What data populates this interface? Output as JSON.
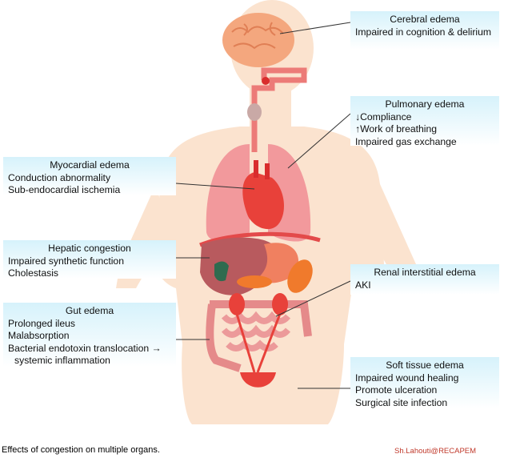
{
  "callouts": {
    "cerebral": {
      "title": "Cerebral edema",
      "lines": [
        "Impaired in cognition & delirium"
      ]
    },
    "pulmonary": {
      "title": "Pulmonary edema",
      "lines": [
        "↓Compliance",
        "↑Work of breathing",
        "Impaired gas exchange"
      ]
    },
    "myocardial": {
      "title": "Myocardial edema",
      "lines": [
        "Conduction abnormality",
        "Sub-endocardial ischemia"
      ]
    },
    "hepatic": {
      "title": "Hepatic congestion",
      "lines": [
        "Impaired synthetic function",
        "Cholestasis"
      ]
    },
    "renal": {
      "title": "Renal interstitial edema",
      "lines": [
        "AKI"
      ]
    },
    "gut": {
      "title": "Gut edema",
      "lines": [
        "Prolonged ileus",
        "Malabsorption",
        "Bacterial endotoxin translocation →",
        "systemic inflammation"
      ]
    },
    "soft_tissue": {
      "title": "Soft tissue edema",
      "lines": [
        "Impaired wound healing",
        "Promote ulceration",
        "Surgical site infection"
      ]
    }
  },
  "caption": "Effects of congestion on multiple organs.",
  "credit": "Sh.Lahouti@RECAPEM",
  "colors": {
    "skin": "#fbe3cf",
    "organ_red": "#e8413a",
    "lung_pink": "#f2999c",
    "brain": "#f4a77e",
    "liver": "#b85a5e",
    "gallbladder": "#2f6b4f",
    "kidney": "#f07a2c",
    "callout_bg": "#d6f2fb",
    "credit": "#c0392b"
  }
}
